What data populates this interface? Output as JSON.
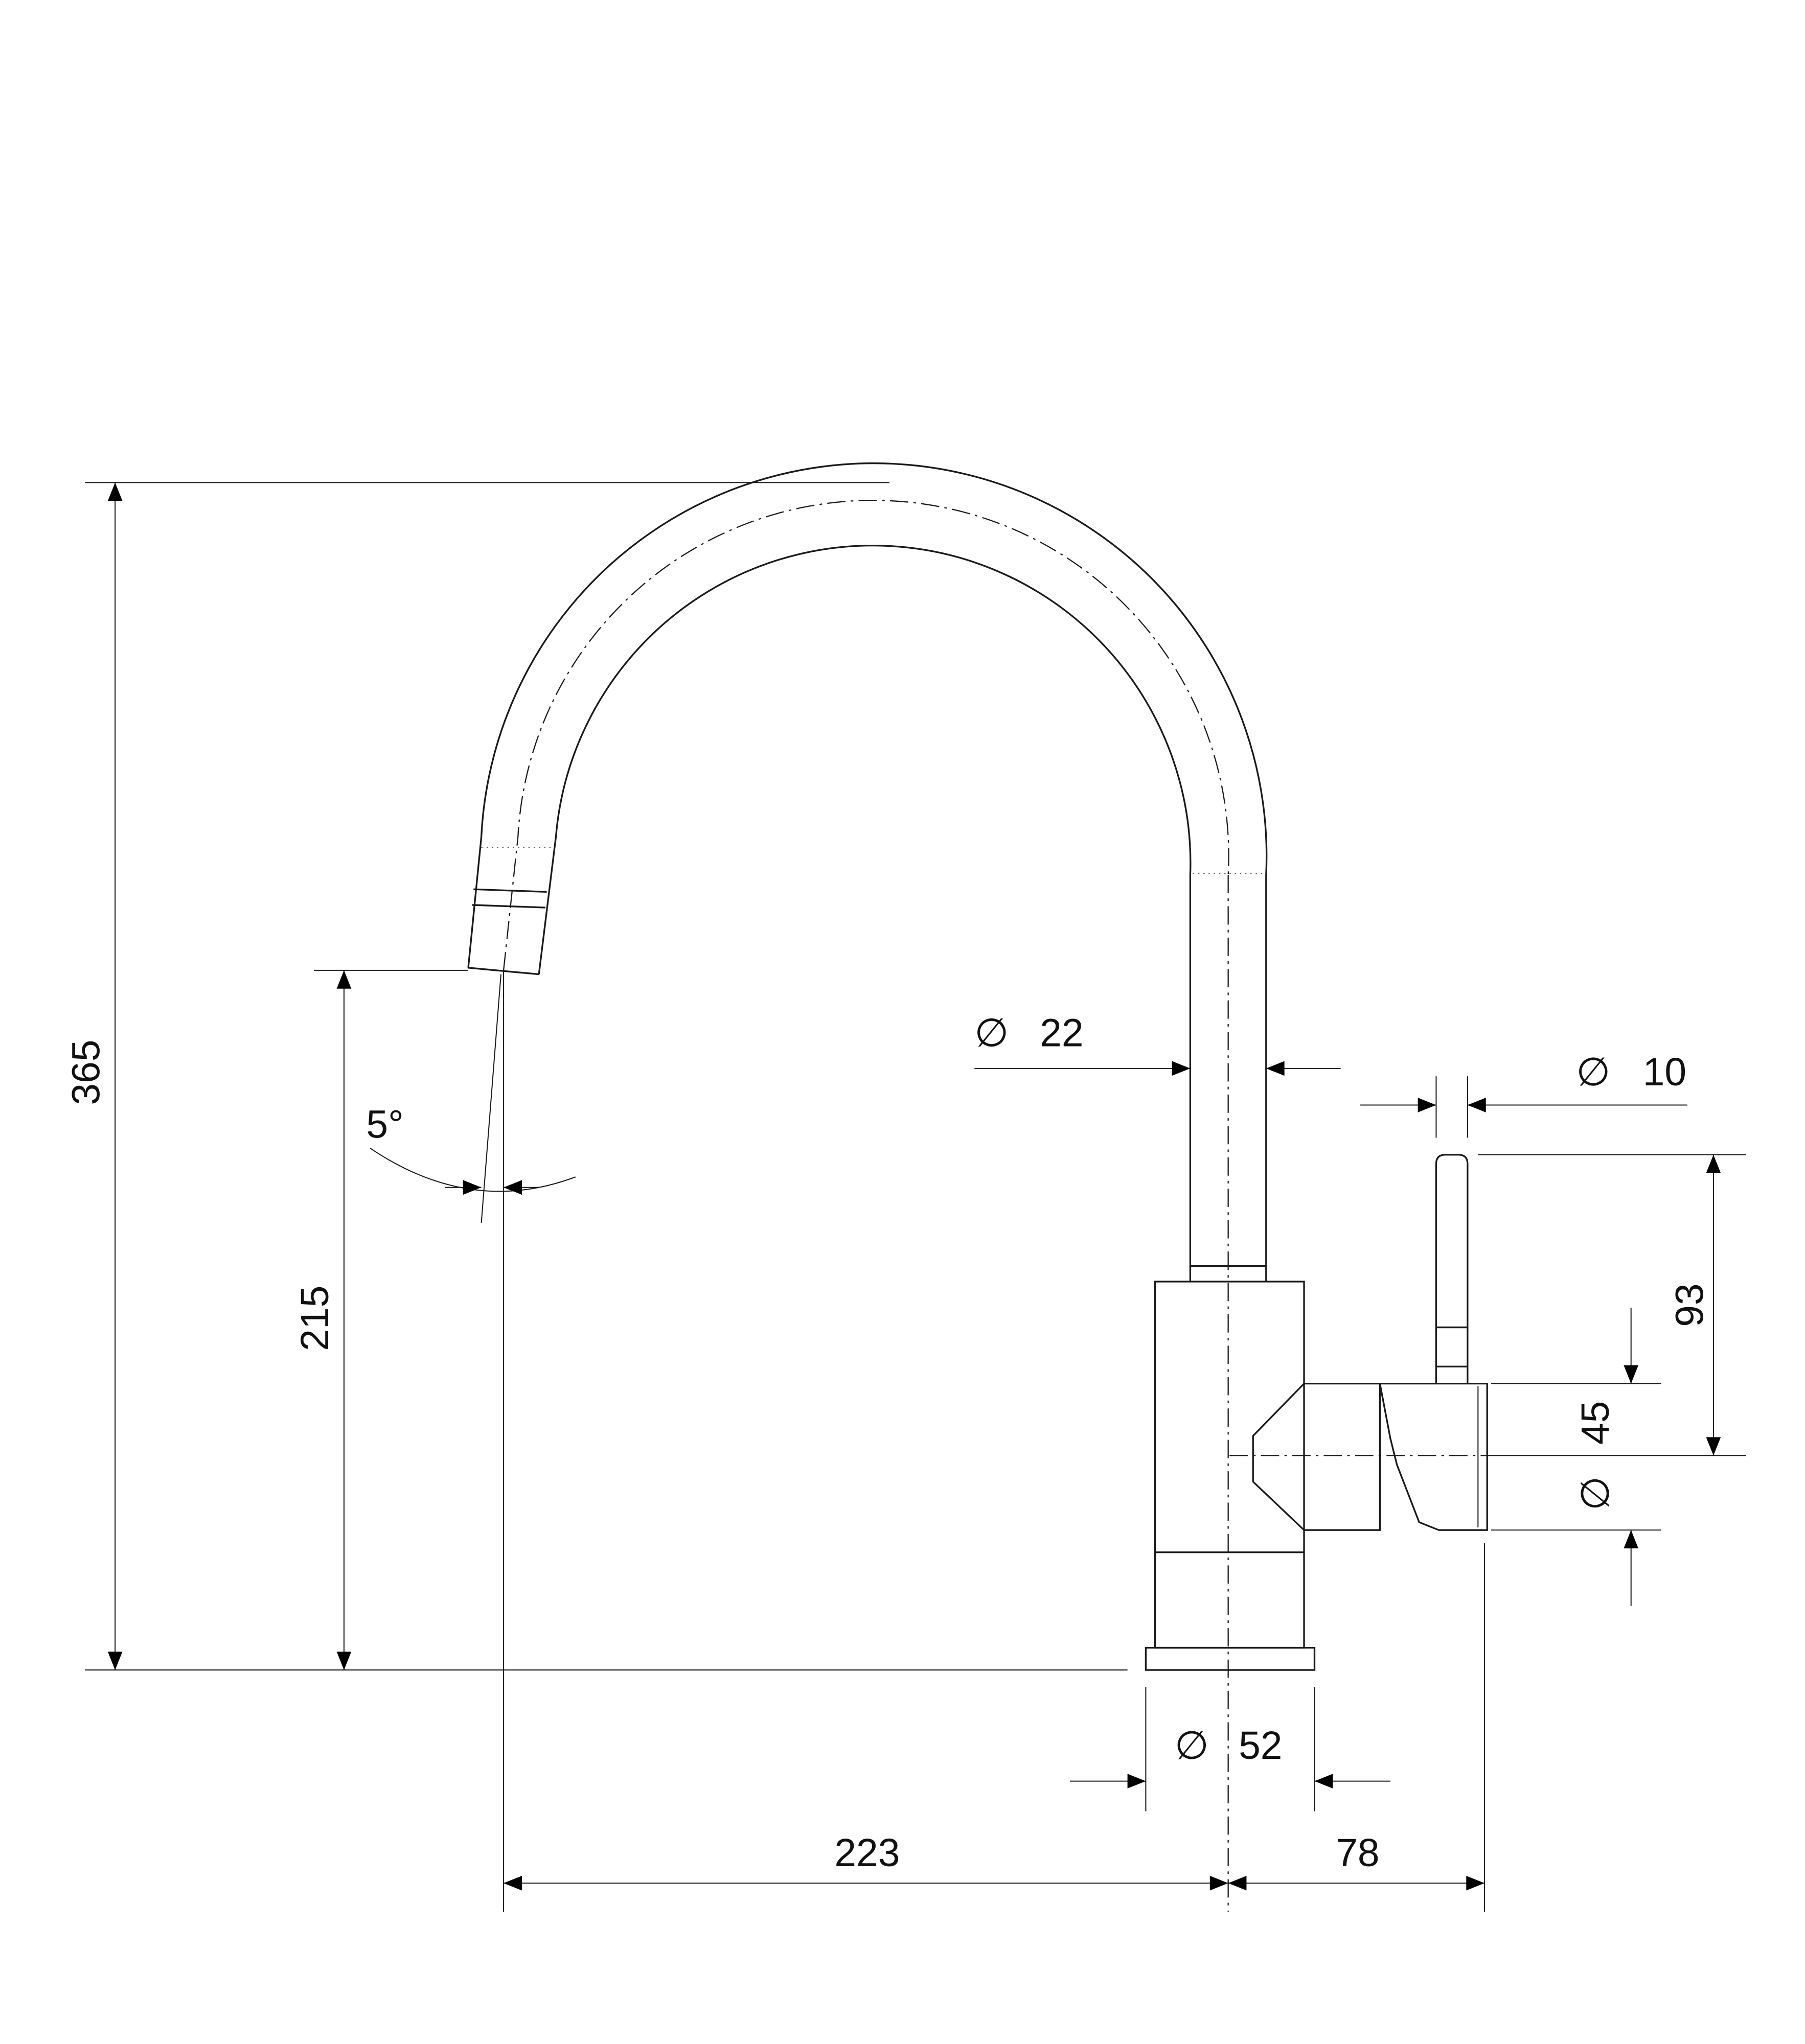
{
  "drawing": {
    "diameter_symbol": "∅",
    "dimensions": {
      "total_height": "365",
      "spout_height": "215",
      "spout_angle": "5°",
      "spout_tube_diameter": "22",
      "lever_diameter": "10",
      "lever_height": "93",
      "handle_diameter": "45",
      "base_diameter": "52",
      "spout_reach": "223",
      "handle_reach": "78"
    }
  }
}
